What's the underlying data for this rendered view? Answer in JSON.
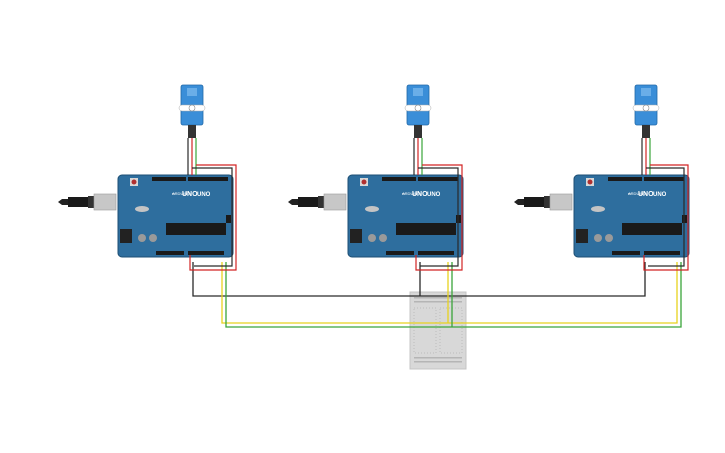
{
  "boards": [
    {
      "logo_text": "ARDUINO",
      "model": "UNO"
    },
    {
      "logo_text": "ARDUINO",
      "model": "UNO"
    },
    {
      "logo_text": "ARDUINO",
      "model": "UNO"
    }
  ],
  "colors": {
    "board": "#2e6e9e",
    "board_edge": "#1d4f74",
    "servo": "#3a8ed8",
    "wire_black": "#2a2a2a",
    "wire_red": "#d22424",
    "wire_green": "#3aa53a",
    "wire_yellow": "#e8d21e",
    "breadboard": "#d8d8d8"
  }
}
